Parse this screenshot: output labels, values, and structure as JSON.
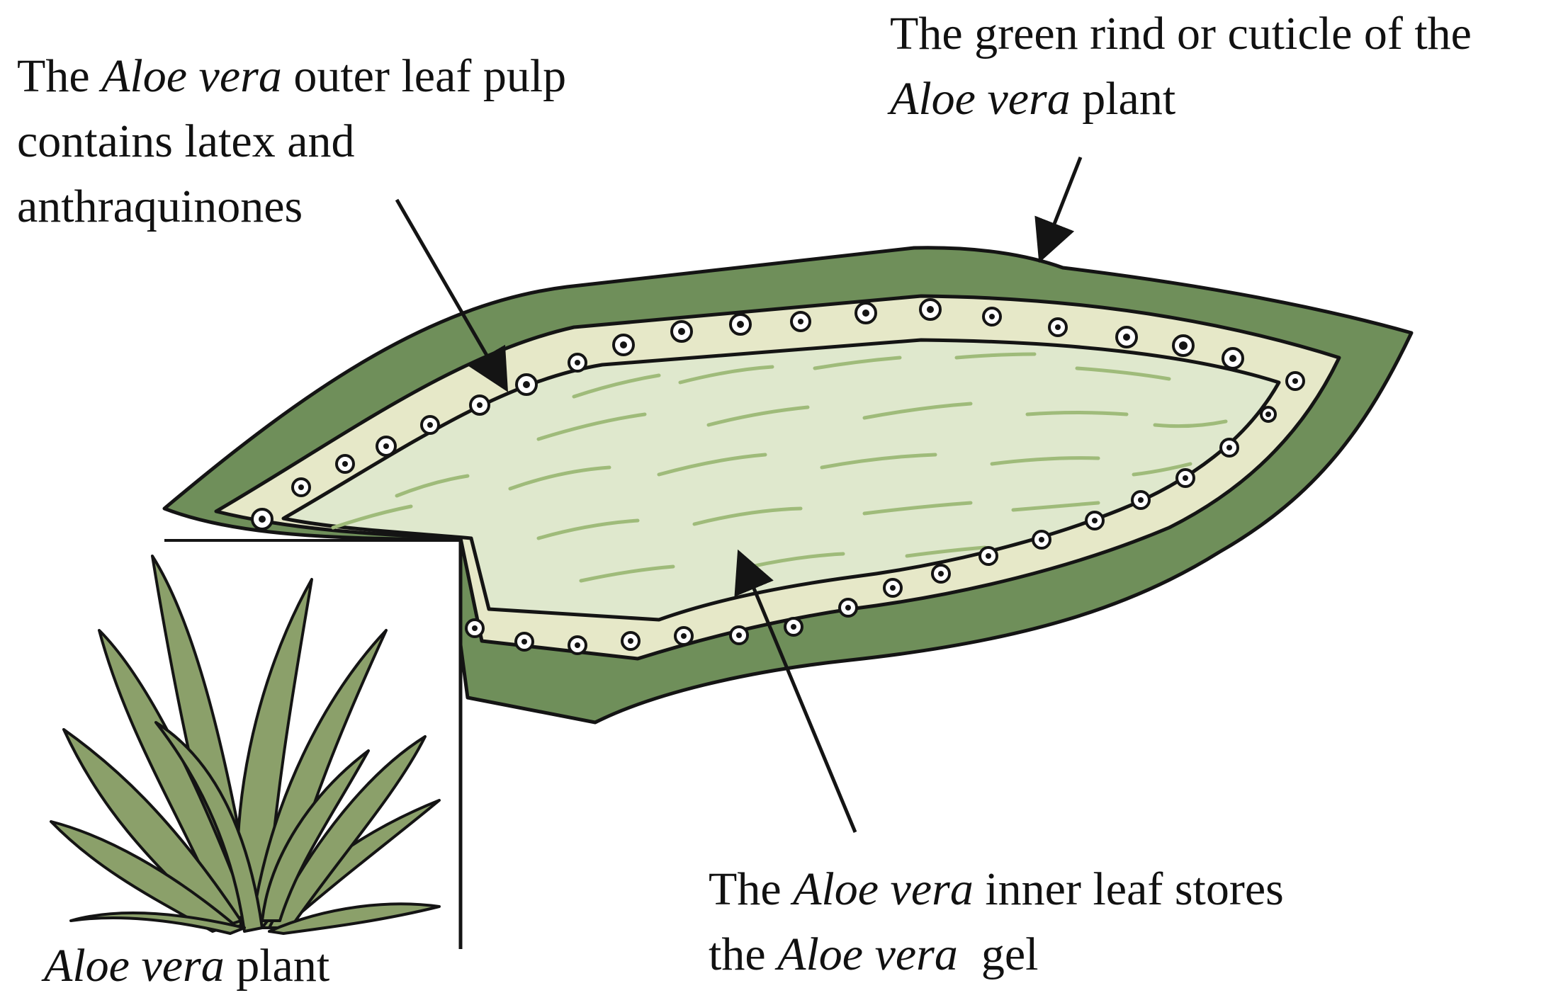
{
  "labels": {
    "outer_pulp": {
      "pre": "The ",
      "em": "Aloe vera",
      "rest1": " outer leaf pulp",
      "rest2": "contains latex and",
      "rest3": "anthraquinones"
    },
    "rind": {
      "line1": "The green rind or cuticle of the",
      "em": "Aloe vera",
      "rest": " plant"
    },
    "inner_leaf": {
      "pre": "The ",
      "em": "Aloe vera",
      "rest1": " inner leaf stores",
      "pre2": "the ",
      "em2": "Aloe vera",
      "rest2": "  gel"
    },
    "plant": {
      "em": "Aloe vera",
      "rest": " plant"
    }
  },
  "colors": {
    "rind": "#6f8f5a",
    "pulp": "#e6e8c8",
    "gel": "#dfe8cd",
    "fiber": "#9fbb7a",
    "plant_leaf": "#8ba06a",
    "outline": "#141414"
  }
}
